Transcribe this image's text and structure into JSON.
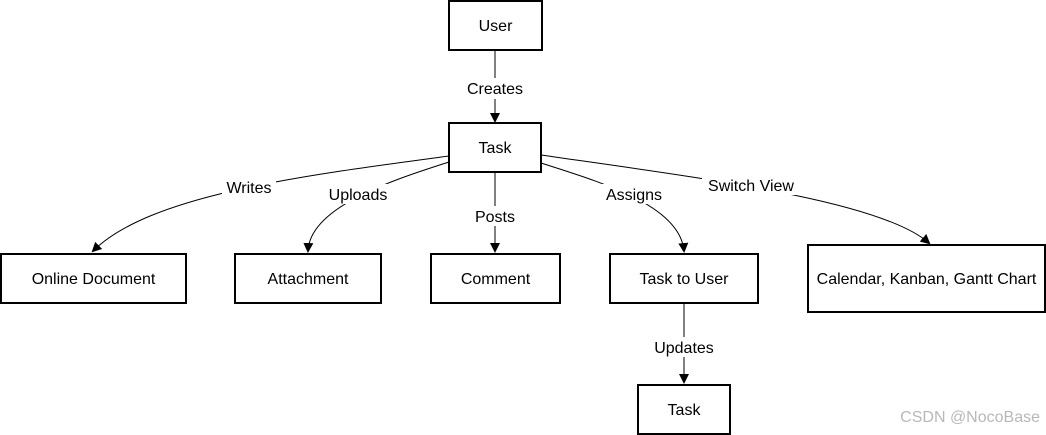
{
  "nodes": {
    "user": "User",
    "task": "Task",
    "online_document": "Online Document",
    "attachment": "Attachment",
    "comment": "Comment",
    "task_to_user": "Task to User",
    "views": "Calendar, Kanban, Gantt Chart",
    "task_updated": "Task"
  },
  "edges": {
    "creates": "Creates",
    "writes": "Writes",
    "uploads": "Uploads",
    "posts": "Posts",
    "assigns": "Assigns",
    "switch_view": "Switch View",
    "updates": "Updates"
  },
  "watermark": "CSDN @NocoBase",
  "colors": {
    "stroke": "#000000",
    "background": "#ffffff",
    "watermark": "#b8b8b8"
  }
}
